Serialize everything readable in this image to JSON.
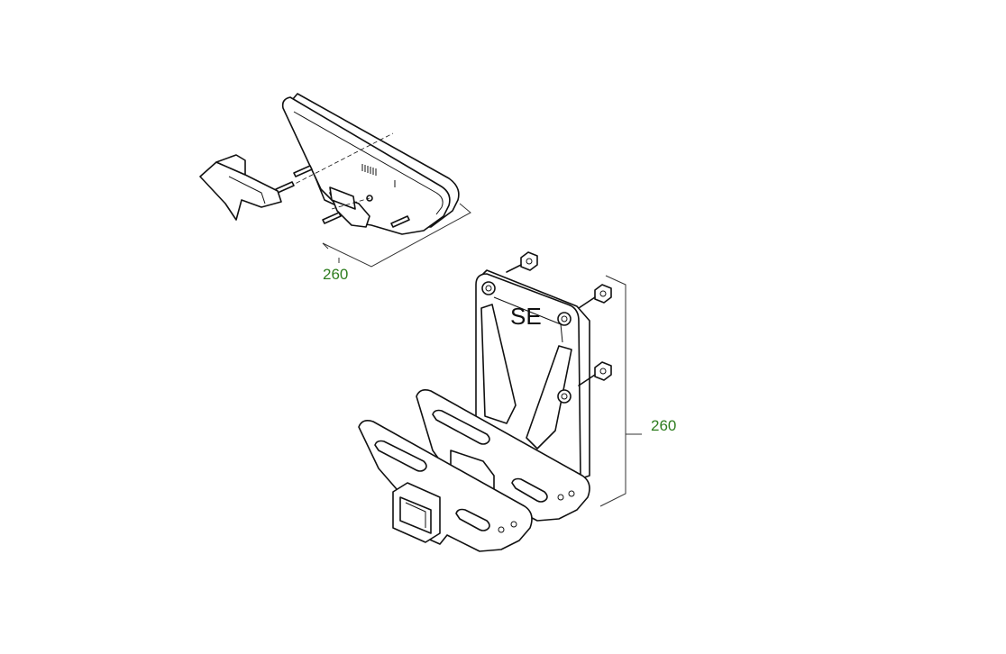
{
  "diagram": {
    "colors": {
      "callout": "#2e7d1f",
      "line": "#111111",
      "background": "#ffffff"
    },
    "callouts": [
      {
        "id": "upper-assembly",
        "label": "260"
      },
      {
        "id": "lower-assembly",
        "label": "260"
      }
    ],
    "stamp": "SE"
  }
}
